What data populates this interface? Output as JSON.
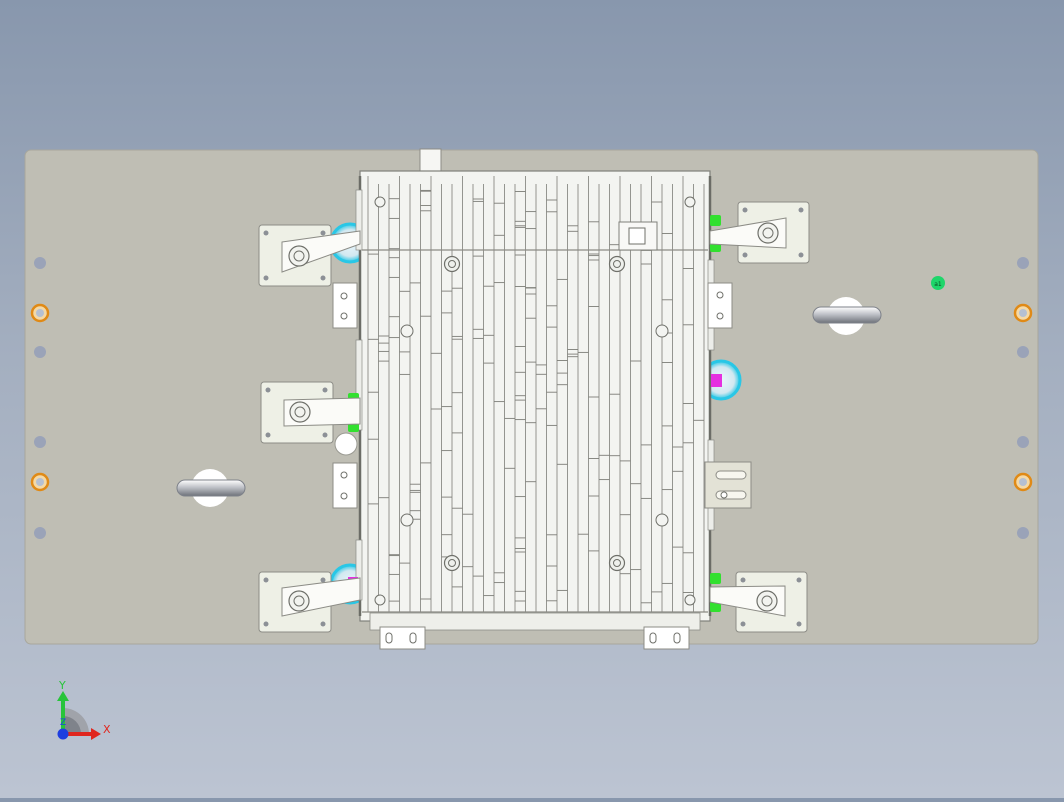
{
  "viewport": {
    "background_top": "#8897ad",
    "background_bottom": "#bcc4d2",
    "plate_color": "#bfbeb4",
    "housing_color": "#f3f4f1",
    "clamp_color": "#eef0e6",
    "locator_pin_color": "#29c7e6",
    "contact_pad_color": "#32e02f",
    "magenta_marker_color": "#e52fe0",
    "dowel_ring_color": "#e08a16"
  },
  "marker": {
    "label": "a1",
    "color": "#1ed66a"
  },
  "triad": {
    "x_label": "X",
    "y_label": "Y",
    "z_label": "Z",
    "x_color": "#e0261e",
    "y_color": "#27c43a",
    "z_color": "#1e3ee0"
  }
}
